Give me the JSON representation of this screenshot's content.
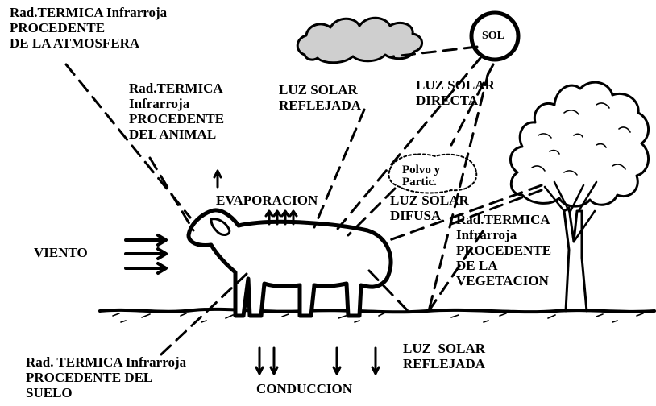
{
  "labels": {
    "sol": "SOL",
    "atmos": [
      "Rad.TERMICA Infrarroja",
      "PROCEDENTE",
      "DE LA ATMOSFERA"
    ],
    "animal": [
      "Rad.TERMICA",
      "Infrarroja",
      "PROCEDENTE",
      "DEL ANIMAL"
    ],
    "luz_reflejada_top": [
      "LUZ SOLAR",
      "REFLEJADA"
    ],
    "luz_directa": [
      "LUZ SOLAR",
      "DIRECTA"
    ],
    "polvo": [
      "Polvo y",
      "Partic."
    ],
    "luz_difusa": [
      "LUZ SOLAR",
      "DIFUSA"
    ],
    "evaporacion": "EVAPORACION",
    "viento": "VIENTO",
    "vegetacion": [
      "Rad.TERMICA",
      "Infrarroja",
      "PROCEDENTE",
      "DE LA",
      "VEGETACION"
    ],
    "suelo": [
      "Rad. TERMICA Infrarroja",
      "PROCEDENTE DEL",
      "SUELO"
    ],
    "conduccion": "CONDUCCION",
    "luz_reflejada_bottom": [
      "LUZ  SOLAR",
      "REFLEJADA"
    ]
  },
  "colors": {
    "ink": "#000000",
    "background": "#ffffff"
  }
}
